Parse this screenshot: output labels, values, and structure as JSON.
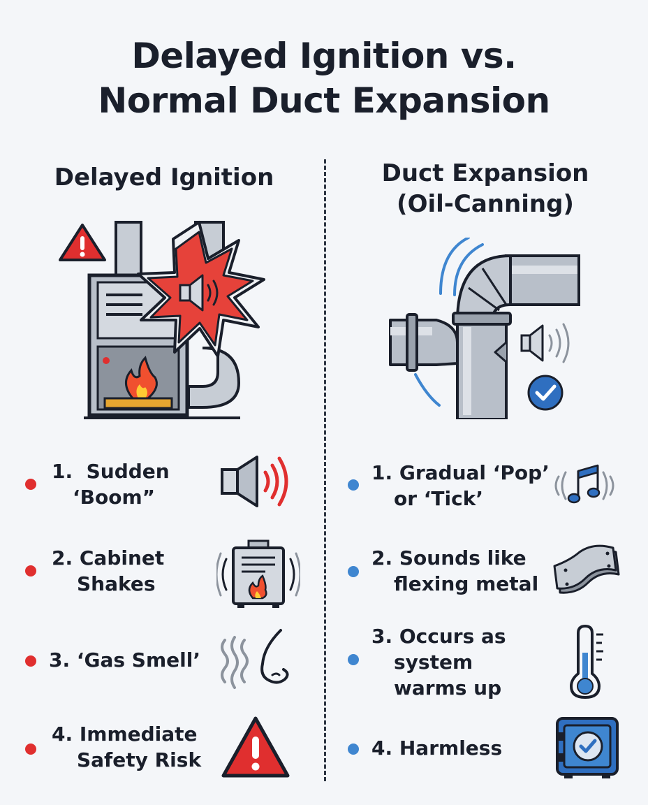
{
  "title": {
    "line1": "Delayed Ignition vs.",
    "line2": "Normal Duct Expansion"
  },
  "colors": {
    "danger": "#e02f2f",
    "safe": "#3f86d0",
    "metal": "#b8bfc9",
    "ink": "#1a1f2b"
  },
  "left": {
    "heading": "Delayed Ignition",
    "items": [
      {
        "num": "1.",
        "line1": "Sudden",
        "line2": "‘Boom”",
        "icon": "speaker-loud-icon"
      },
      {
        "num": "2.",
        "line1": "Cabinet",
        "line2": "Shakes",
        "icon": "shaking-furnace-icon"
      },
      {
        "num": "3.",
        "line1": "‘Gas Smell’",
        "line2": "",
        "icon": "nose-smell-icon"
      },
      {
        "num": "4.",
        "line1": "Immediate",
        "line2": "Safety Risk",
        "icon": "warning-triangle-icon"
      }
    ]
  },
  "right": {
    "heading_line1": "Duct Expansion",
    "heading_line2": "(Oil-Canning)",
    "items": [
      {
        "num": "1.",
        "line1": "Gradual ‘Pop’",
        "line2": "or ‘Tick’",
        "icon": "music-note-icon"
      },
      {
        "num": "2.",
        "line1": "Sounds like",
        "line2": "flexing metal",
        "icon": "metal-sheet-icon"
      },
      {
        "num": "3.",
        "line1": "Occurs as",
        "line2": "system",
        "line3": "warms up",
        "icon": "thermometer-icon"
      },
      {
        "num": "4.",
        "line1": "Harmless",
        "line2": "",
        "icon": "safe-check-icon"
      }
    ]
  }
}
